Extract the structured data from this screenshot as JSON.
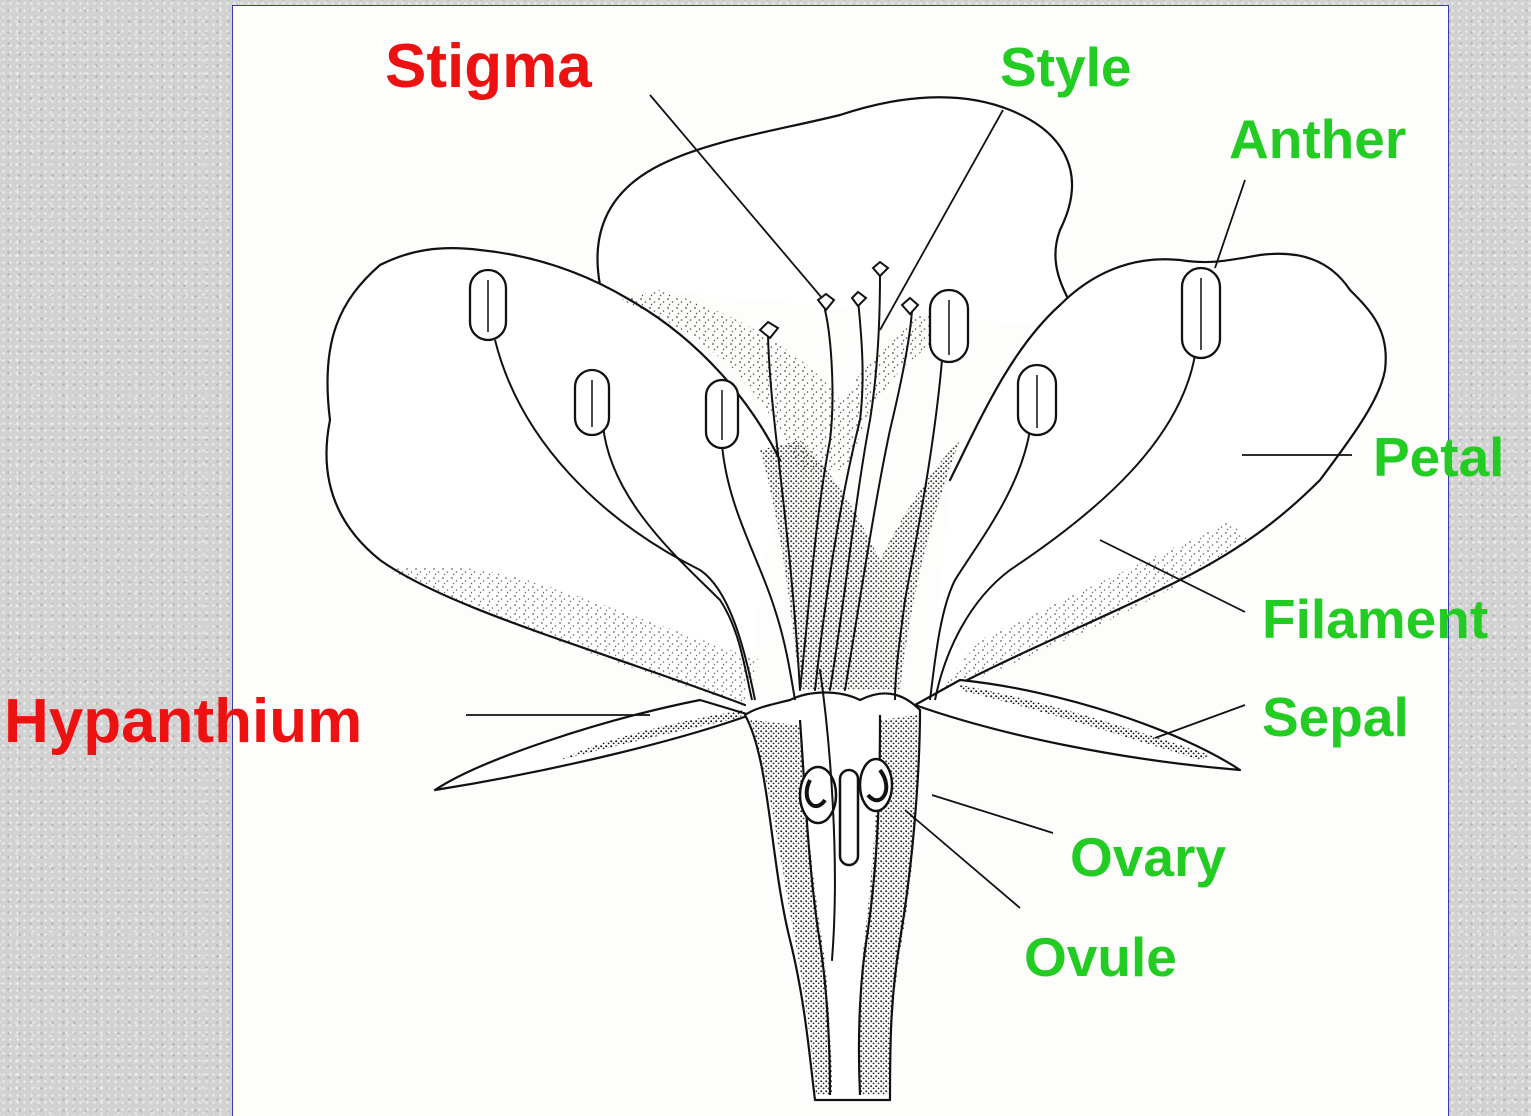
{
  "labels": {
    "stigma": "Stigma",
    "style": "Style",
    "anther": "Anther",
    "petal": "Petal",
    "filament": "Filament",
    "sepal": "Sepal",
    "hypanthium": "Hypanthium",
    "ovary": "Ovary",
    "ovule": "Ovule"
  },
  "colors": {
    "highlight_label": "#ee1111",
    "normal_label": "#22cc22",
    "panel_border": "#3b3bb0",
    "background": "#d2d2d2"
  }
}
